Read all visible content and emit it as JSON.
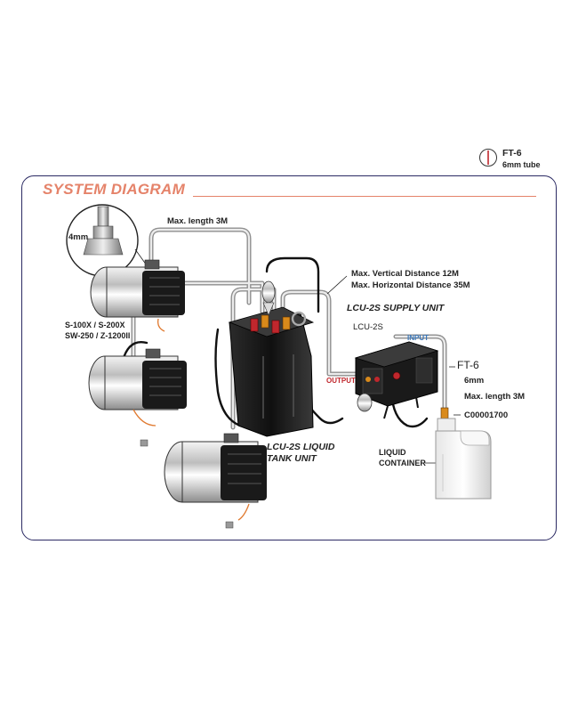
{
  "legend": {
    "code": "FT-6",
    "desc": "6mm tube"
  },
  "title": "SYSTEM DIAGRAM",
  "labels": {
    "four_mm": "4mm",
    "max_length_top": "Max. length 3M",
    "max_vertical": "Max. Vertical Distance 12M",
    "max_horizontal": "Max. Horizontal Distance 35M",
    "supply_unit": "LCU-2S SUPPLY UNIT",
    "lcu2s": "LCU-2S",
    "input": "INPUT",
    "output": "OUTPUT",
    "machines_line1": "S-100X / S-200X",
    "machines_line2": "SW-250 / Z-1200II",
    "ft6": "FT-6",
    "six_mm": "6mm",
    "max_length_right": "Max. length 3M",
    "part_no": "C00001700",
    "tank_line1": "LCU-2S LIQUID",
    "tank_line2": "TANK UNIT",
    "container_line1": "LIQUID",
    "container_line2": "CONTAINER"
  },
  "colors": {
    "frame": "#2b2a63",
    "title": "#e5836a",
    "input": "#3a76b8",
    "output": "#c0272d",
    "hose": "#cfcfcf",
    "cable": "#111111"
  }
}
